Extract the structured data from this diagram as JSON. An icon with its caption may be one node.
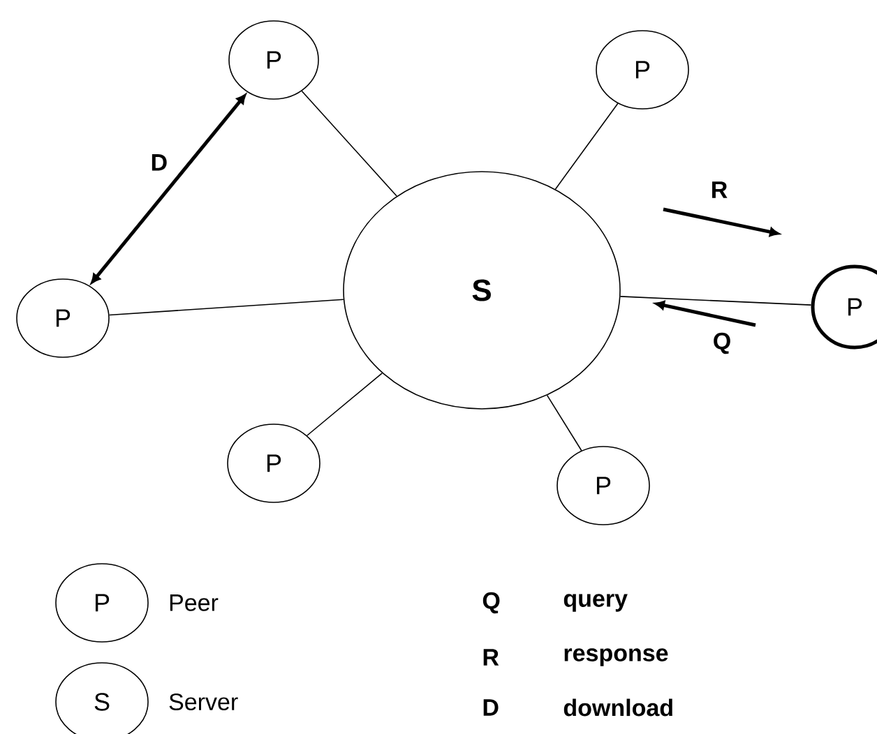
{
  "diagram": {
    "nodes": [
      {
        "text": [
          "S"
        ]
      },
      {
        "text": [
          "P"
        ]
      },
      {
        "text": [
          "P"
        ]
      },
      {
        "text": [
          "P"
        ]
      },
      {
        "text": [
          "P"
        ]
      },
      {
        "text": [
          "P"
        ]
      },
      {
        "text": [
          "P"
        ]
      },
      {
        "text": [
          "P"
        ],
        "beside": [
          "Peer"
        ]
      },
      {
        "text": [
          "S"
        ],
        "beside": [
          "Server"
        ]
      }
    ],
    "edges": [
      {
        "from": 0,
        "to": 1,
        "arrow": "none"
      },
      {
        "from": 0,
        "to": 2,
        "arrow": "none"
      },
      {
        "from": 0,
        "to": 3,
        "arrow": "none"
      },
      {
        "from": 0,
        "to": 4,
        "arrow": "none"
      },
      {
        "from": 0,
        "to": 5,
        "arrow": "none"
      },
      {
        "from": 0,
        "to": 6,
        "arrow": "none"
      },
      {
        "from": 3,
        "to": 1,
        "arrow": "both",
        "label": "D",
        "style": "thick"
      }
    ],
    "labels": [
      "R",
      "Q",
      "Q",
      "query",
      "R",
      "response",
      "D",
      "download"
    ]
  }
}
